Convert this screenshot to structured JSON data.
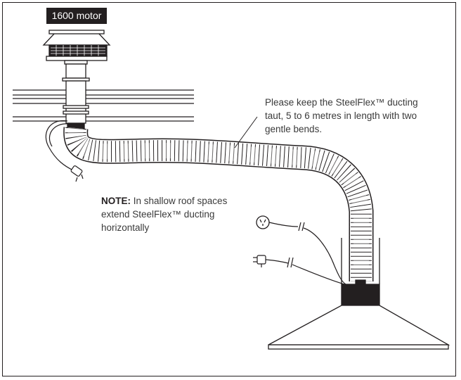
{
  "labels": {
    "motor": "1600 motor",
    "callout_line1": "Please keep the SteelFlex™ ducting",
    "callout_line2": "taut, 5 to 6 metres in length with two",
    "callout_line3": "gentle bends.",
    "note_heading": "NOTE:",
    "note_line1": " In shallow roof spaces",
    "note_line2": "extend SteelFlex™ ducting",
    "note_line3": "horizontally"
  },
  "colors": {
    "ink": "#231f20",
    "text": "#3a3a3a",
    "background": "#ffffff"
  },
  "icons": [
    "roof-motor-icon",
    "power-plug-icon",
    "power-outlet-icon",
    "range-hood-icon"
  ]
}
